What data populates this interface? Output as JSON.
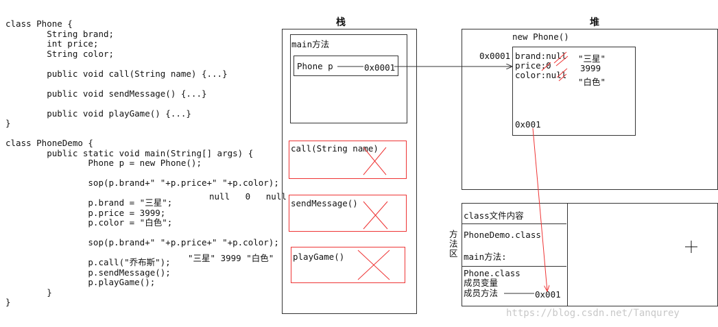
{
  "code": [
    "class Phone {",
    "        String brand;",
    "        int price;",
    "        String color;",
    "",
    "        public void call(String name) {...}",
    "",
    "        public void sendMessage() {...}",
    "",
    "        public void playGame() {...}",
    "}",
    "",
    "class PhoneDemo {",
    "        public static void main(String[] args) {",
    "                Phone p = new Phone();",
    "",
    "                sop(p.brand+\" \"+p.price+\" \"+p.color);",
    "",
    "                p.brand = \"三星\";",
    "                p.price = 3999;",
    "                p.color = \"白色\";",
    "",
    "                sop(p.brand+\" \"+p.price+\" \"+p.color);",
    "",
    "                p.call(\"乔布斯\");",
    "                p.sendMessage();",
    "                p.playGame();",
    "        }",
    "}"
  ],
  "code_notes": {
    "first_output": "null   0   null",
    "second_output": "\"三星\" 3999 \"白色\""
  },
  "stack": {
    "title": "栈",
    "main_frame": "main方法",
    "phone_var": "Phone p",
    "phone_ref": "0x0001",
    "frames": [
      "call(String name)",
      "sendMessage()",
      "playGame()"
    ]
  },
  "heap": {
    "title": "堆",
    "object_label": "new Phone()",
    "address": "0x0001",
    "fields": [
      "brand:null",
      "price:0",
      "color:null"
    ],
    "new_values": [
      "\"三星\"",
      "3999",
      "\"白色\""
    ],
    "method_ref": "0x001"
  },
  "method_area": {
    "title": "方法区",
    "class_content": "class文件内容",
    "demo_class": "PhoneDemo.class",
    "main_method": "main方法:",
    "phone_class": "Phone.class",
    "member_vars": "成员变量",
    "member_methods": "成员方法",
    "method_addr": "0x001"
  },
  "watermark": "https://blog.csdn.net/Tanqurey",
  "colors": {
    "arrow": "#333333",
    "red": "#e33333"
  }
}
